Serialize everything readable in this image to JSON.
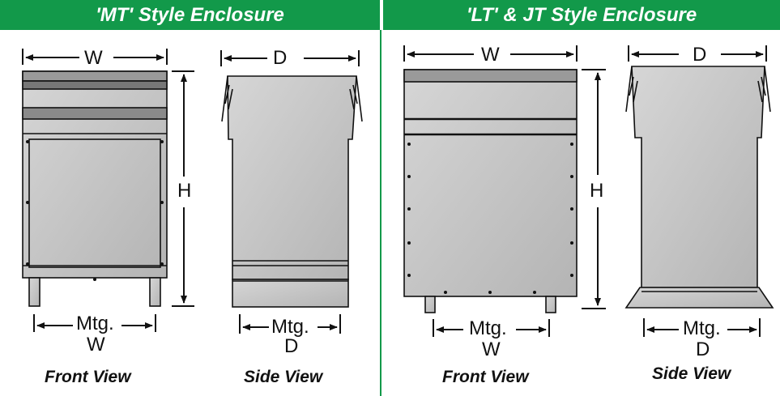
{
  "headers": {
    "mt": "'MT' Style Enclosure",
    "lt": "'LT'  & JT Style Enclosure"
  },
  "dims": {
    "w": "W",
    "d": "D",
    "h": "H",
    "mtg": "Mtg."
  },
  "captions": {
    "front": "Front View",
    "side": "Side View"
  },
  "colors": {
    "header_bg": "#12994a",
    "body_fill": "#c8c8c8",
    "outline": "#111111"
  }
}
